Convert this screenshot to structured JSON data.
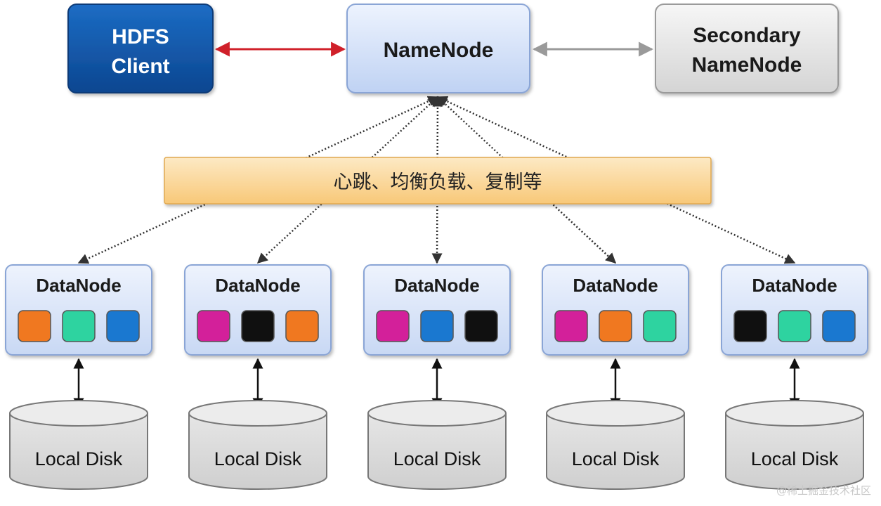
{
  "nodes": {
    "hdfs_client": {
      "line1": "HDFS",
      "line2": "Client"
    },
    "namenode": {
      "label": "NameNode"
    },
    "secondary_namenode": {
      "line1": "Secondary",
      "line2": "NameNode"
    }
  },
  "banner": {
    "text": "心跳、均衡负载、复制等"
  },
  "datanodes": [
    {
      "label": "DataNode",
      "blocks": [
        "orange",
        "teal",
        "blue"
      ],
      "disk_label": "Local Disk"
    },
    {
      "label": "DataNode",
      "blocks": [
        "magenta",
        "black",
        "orange"
      ],
      "disk_label": "Local Disk"
    },
    {
      "label": "DataNode",
      "blocks": [
        "magenta",
        "blue",
        "black"
      ],
      "disk_label": "Local Disk"
    },
    {
      "label": "DataNode",
      "blocks": [
        "magenta",
        "orange",
        "teal"
      ],
      "disk_label": "Local Disk"
    },
    {
      "label": "DataNode",
      "blocks": [
        "black",
        "teal",
        "blue"
      ],
      "disk_label": "Local Disk"
    }
  ],
  "block_colors": {
    "orange": "#f07820",
    "teal": "#2ed3a0",
    "blue": "#1a78d0",
    "magenta": "#d3209a",
    "black": "#101010"
  },
  "colors": {
    "client_fill": "#1257a5",
    "client_to_namenode_arrow": "#d0202a",
    "secondary_arrow": "#9a9a9a"
  },
  "watermark": "@稀土掘金技术社区"
}
